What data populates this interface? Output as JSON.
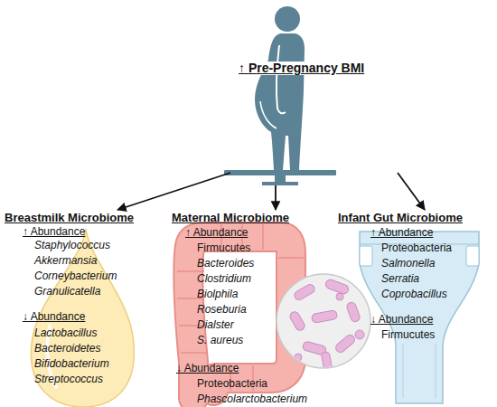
{
  "diagram": {
    "nodes": [
      {
        "text": [
          "↑ Pre-Pregnancy BMI"
        ]
      },
      {
        "text": [
          "Breastmilk Microbiome",
          "↑ Abundance",
          "Staphylococcus",
          "Akkermansia",
          "Corneybacterium",
          "Granulicatella",
          "↓ Abundance",
          "Lactobacillus",
          "Bacteroidetes",
          "Bifidobacterium",
          "Streptococcus"
        ]
      },
      {
        "text": [
          "Maternal Microbiome",
          "↑ Abundance",
          "Firmucutes",
          "Bacteroides",
          "Clostridium",
          "Biolphila",
          "Roseburia",
          "Dialster",
          "S. aureus",
          "↓ Abundance",
          "Proteobacteria",
          "Phascolarctobacterium"
        ]
      },
      {
        "text": [
          "Infant Gut Microbiome",
          "↑ Abundance",
          "Proteobacteria",
          "Salmonella",
          "Serratia",
          "Coprobacillus",
          "↓ Abundance",
          "Firmucutes"
        ]
      }
    ],
    "edges": [
      {
        "from": 0,
        "to": 1,
        "arrow": "to"
      },
      {
        "from": 0,
        "to": 2,
        "arrow": "to"
      },
      {
        "from": 0,
        "to": 3,
        "arrow": "to"
      }
    ]
  }
}
